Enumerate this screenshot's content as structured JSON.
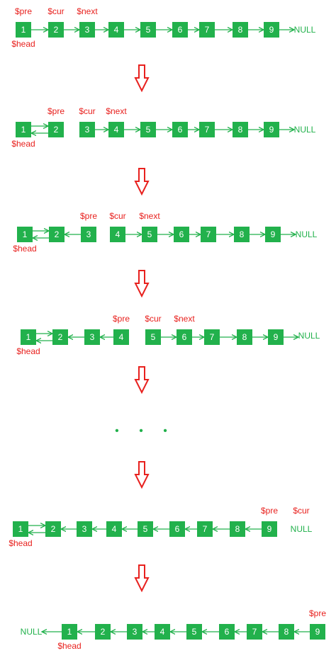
{
  "colors": {
    "node": "#22b14c",
    "pointer": "#e8211e",
    "link": "#22b14c"
  },
  "null_label": "NULL",
  "ellipsis": "• • •",
  "rows": [
    {
      "nodes": [
        "1",
        "2",
        "3",
        "4",
        "5",
        "6",
        "7",
        "8",
        "9"
      ],
      "links": [
        {
          "from": "1",
          "to": "2",
          "dir": "forward"
        },
        {
          "from": "2",
          "to": "3",
          "dir": "forward"
        },
        {
          "from": "3",
          "to": "4",
          "dir": "forward"
        },
        {
          "from": "4",
          "to": "5",
          "dir": "forward"
        },
        {
          "from": "5",
          "to": "6",
          "dir": "forward"
        },
        {
          "from": "6",
          "to": "7",
          "dir": "forward"
        },
        {
          "from": "7",
          "to": "8",
          "dir": "forward"
        },
        {
          "from": "8",
          "to": "9",
          "dir": "forward"
        },
        {
          "from": "9",
          "to": "NULL",
          "dir": "forward"
        }
      ],
      "pointers": [
        {
          "label": "$pre",
          "node": "1",
          "pos": "above"
        },
        {
          "label": "$cur",
          "node": "2",
          "pos": "above"
        },
        {
          "label": "$next",
          "node": "3",
          "pos": "above"
        },
        {
          "label": "$head",
          "node": "1",
          "pos": "below"
        }
      ]
    },
    {
      "nodes": [
        "1",
        "2",
        "3",
        "4",
        "5",
        "6",
        "7",
        "8",
        "9"
      ],
      "links": [
        {
          "from": "1",
          "to": "2",
          "dir": "double"
        },
        {
          "from": "3",
          "to": "4",
          "dir": "forward"
        },
        {
          "from": "4",
          "to": "5",
          "dir": "forward"
        },
        {
          "from": "5",
          "to": "6",
          "dir": "forward"
        },
        {
          "from": "6",
          "to": "7",
          "dir": "forward"
        },
        {
          "from": "7",
          "to": "8",
          "dir": "forward"
        },
        {
          "from": "8",
          "to": "9",
          "dir": "forward"
        },
        {
          "from": "9",
          "to": "NULL",
          "dir": "forward"
        }
      ],
      "pointers": [
        {
          "label": "$pre",
          "node": "2",
          "pos": "above"
        },
        {
          "label": "$cur",
          "node": "3",
          "pos": "above"
        },
        {
          "label": "$next",
          "node": "4",
          "pos": "above"
        },
        {
          "label": "$head",
          "node": "1",
          "pos": "below"
        }
      ]
    },
    {
      "nodes": [
        "1",
        "2",
        "3",
        "4",
        "5",
        "6",
        "7",
        "8",
        "9"
      ],
      "links": [
        {
          "from": "1",
          "to": "2",
          "dir": "double"
        },
        {
          "from": "2",
          "to": "3",
          "dir": "backward"
        },
        {
          "from": "4",
          "to": "5",
          "dir": "forward"
        },
        {
          "from": "5",
          "to": "6",
          "dir": "forward"
        },
        {
          "from": "6",
          "to": "7",
          "dir": "forward"
        },
        {
          "from": "7",
          "to": "8",
          "dir": "forward"
        },
        {
          "from": "8",
          "to": "9",
          "dir": "forward"
        },
        {
          "from": "9",
          "to": "NULL",
          "dir": "forward"
        }
      ],
      "pointers": [
        {
          "label": "$pre",
          "node": "3",
          "pos": "above"
        },
        {
          "label": "$cur",
          "node": "4",
          "pos": "above"
        },
        {
          "label": "$next",
          "node": "5",
          "pos": "above"
        },
        {
          "label": "$head",
          "node": "1",
          "pos": "below"
        }
      ]
    },
    {
      "nodes": [
        "1",
        "2",
        "3",
        "4",
        "5",
        "6",
        "7",
        "8",
        "9"
      ],
      "links": [
        {
          "from": "1",
          "to": "2",
          "dir": "double"
        },
        {
          "from": "2",
          "to": "3",
          "dir": "backward"
        },
        {
          "from": "3",
          "to": "4",
          "dir": "backward"
        },
        {
          "from": "5",
          "to": "6",
          "dir": "forward"
        },
        {
          "from": "6",
          "to": "7",
          "dir": "forward"
        },
        {
          "from": "7",
          "to": "8",
          "dir": "forward"
        },
        {
          "from": "8",
          "to": "9",
          "dir": "forward"
        },
        {
          "from": "9",
          "to": "NULL",
          "dir": "forward"
        }
      ],
      "pointers": [
        {
          "label": "$pre",
          "node": "4",
          "pos": "above"
        },
        {
          "label": "$cur",
          "node": "5",
          "pos": "above"
        },
        {
          "label": "$next",
          "node": "6",
          "pos": "above"
        },
        {
          "label": "$head",
          "node": "1",
          "pos": "below"
        }
      ]
    },
    {
      "nodes": [
        "1",
        "2",
        "3",
        "4",
        "5",
        "6",
        "7",
        "8",
        "9"
      ],
      "links": [
        {
          "from": "1",
          "to": "2",
          "dir": "double"
        },
        {
          "from": "2",
          "to": "3",
          "dir": "backward"
        },
        {
          "from": "3",
          "to": "4",
          "dir": "backward"
        },
        {
          "from": "4",
          "to": "5",
          "dir": "backward"
        },
        {
          "from": "5",
          "to": "6",
          "dir": "backward"
        },
        {
          "from": "6",
          "to": "7",
          "dir": "backward"
        },
        {
          "from": "7",
          "to": "8",
          "dir": "backward"
        },
        {
          "from": "8",
          "to": "9",
          "dir": "backward"
        }
      ],
      "pointers": [
        {
          "label": "$pre",
          "node": "9",
          "pos": "above"
        },
        {
          "label": "$cur",
          "node": "NULL",
          "pos": "above"
        },
        {
          "label": "$head",
          "node": "1",
          "pos": "below"
        }
      ]
    },
    {
      "nodes": [
        "1",
        "2",
        "3",
        "4",
        "5",
        "6",
        "7",
        "8",
        "9"
      ],
      "links": [
        {
          "from": "NULL",
          "to": "1",
          "dir": "backward"
        },
        {
          "from": "1",
          "to": "2",
          "dir": "backward"
        },
        {
          "from": "2",
          "to": "3",
          "dir": "backward"
        },
        {
          "from": "3",
          "to": "4",
          "dir": "backward"
        },
        {
          "from": "4",
          "to": "5",
          "dir": "backward"
        },
        {
          "from": "5",
          "to": "6",
          "dir": "backward"
        },
        {
          "from": "6",
          "to": "7",
          "dir": "backward"
        },
        {
          "from": "7",
          "to": "8",
          "dir": "backward"
        },
        {
          "from": "8",
          "to": "9",
          "dir": "backward"
        }
      ],
      "pointers": [
        {
          "label": "$pre",
          "node": "9",
          "pos": "above"
        },
        {
          "label": "$head",
          "node": "1",
          "pos": "below"
        }
      ]
    }
  ]
}
